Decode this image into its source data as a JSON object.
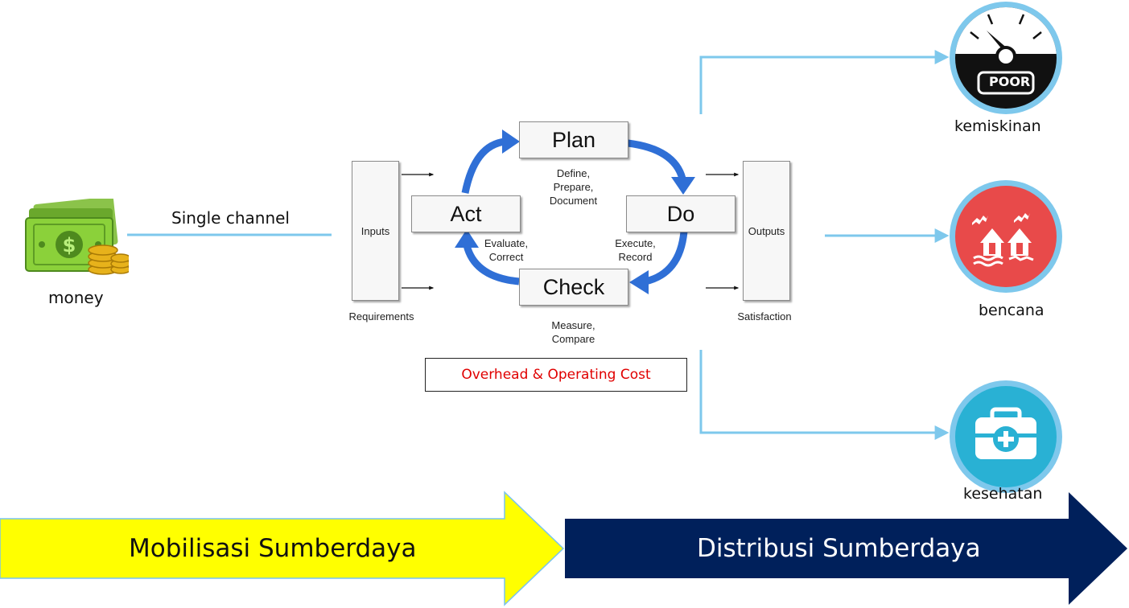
{
  "money": {
    "label": "money",
    "icon": "money-icon"
  },
  "channel": {
    "label": "Single channel"
  },
  "pdca": {
    "plan": {
      "label": "Plan",
      "caption": [
        "Define,",
        "Prepare,",
        "Document"
      ]
    },
    "do": {
      "label": "Do",
      "caption": [
        "Execute,",
        "Record"
      ]
    },
    "check": {
      "label": "Check",
      "caption": [
        "Measure,",
        "Compare"
      ]
    },
    "act": {
      "label": "Act",
      "caption": [
        "Evaluate,",
        "Correct"
      ]
    },
    "inputs": {
      "label": "Inputs",
      "caption": "Requirements"
    },
    "outputs": {
      "label": "Outputs",
      "caption": "Satisfaction"
    }
  },
  "cost_note": "Overhead & Operating Cost",
  "targets": [
    {
      "label": "kemiskinan",
      "icon": "poverty-gauge-icon",
      "badge": "POOR"
    },
    {
      "label": "bencana",
      "icon": "disaster-icon"
    },
    {
      "label": "kesehatan",
      "icon": "health-kit-icon"
    }
  ],
  "banners": {
    "left": {
      "label": "Mobilisasi Sumberdaya",
      "color": "#ffff00"
    },
    "right": {
      "label": "Distribusi Sumberdaya",
      "color": "#00205b"
    }
  },
  "colors": {
    "line": "#7ec8ec",
    "cycle_arrow": "#2f6fd6",
    "cost_text": "#e00000"
  }
}
